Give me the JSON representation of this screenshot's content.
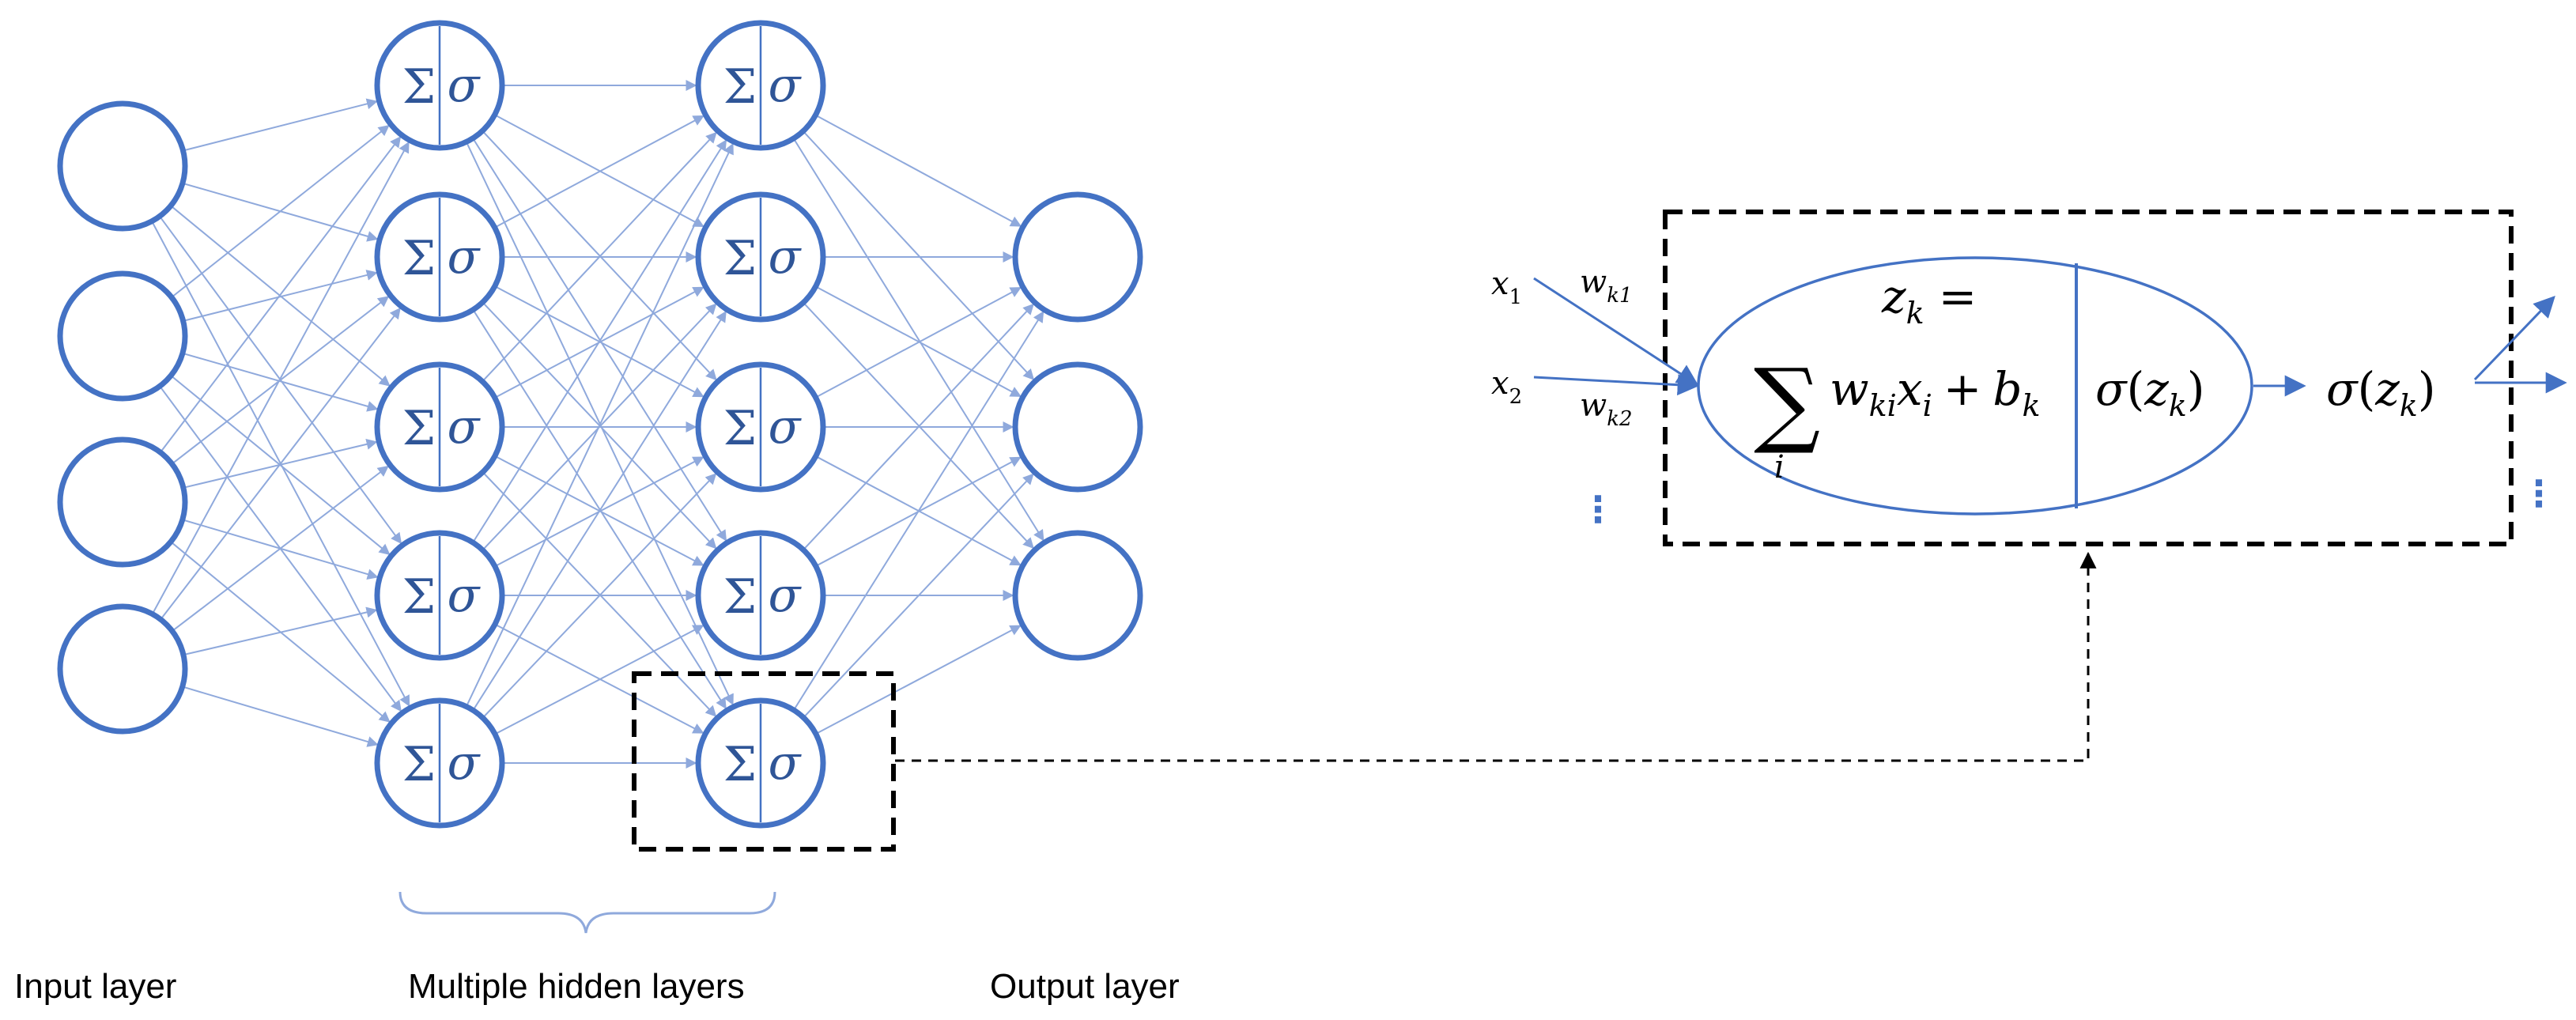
{
  "labels": {
    "input_layer": "Input layer",
    "hidden_layers": "Multiple hidden layers",
    "output_layer": "Output layer"
  },
  "network": {
    "input_count": 4,
    "hidden_layer_count": 2,
    "hidden_count": 5,
    "output_count": 3,
    "neuron_sum_symbol": "Σ",
    "neuron_activation_symbol": "σ"
  },
  "detail": {
    "input_1": "x",
    "input_1_sub": "1",
    "input_2": "x",
    "input_2_sub": "2",
    "weight_1": "w",
    "weight_1_sub": "k1",
    "weight_2": "w",
    "weight_2_sub": "k2",
    "z_var": "z",
    "z_sub": "k",
    "equals": "=",
    "sum_symbol": "∑",
    "sum_index": "i",
    "w_var": "w",
    "w_sub": "ki",
    "x_var": "x",
    "x_sub": "i",
    "plus": "+",
    "b_var": "b",
    "b_sub": "k",
    "sigma": "σ",
    "paren_open": "(",
    "paren_close": ")",
    "ellipsis": "⋮"
  },
  "colors": {
    "node_stroke": "#4472C4",
    "edge": "#8FA9DC",
    "symbol": "#2F5597"
  }
}
